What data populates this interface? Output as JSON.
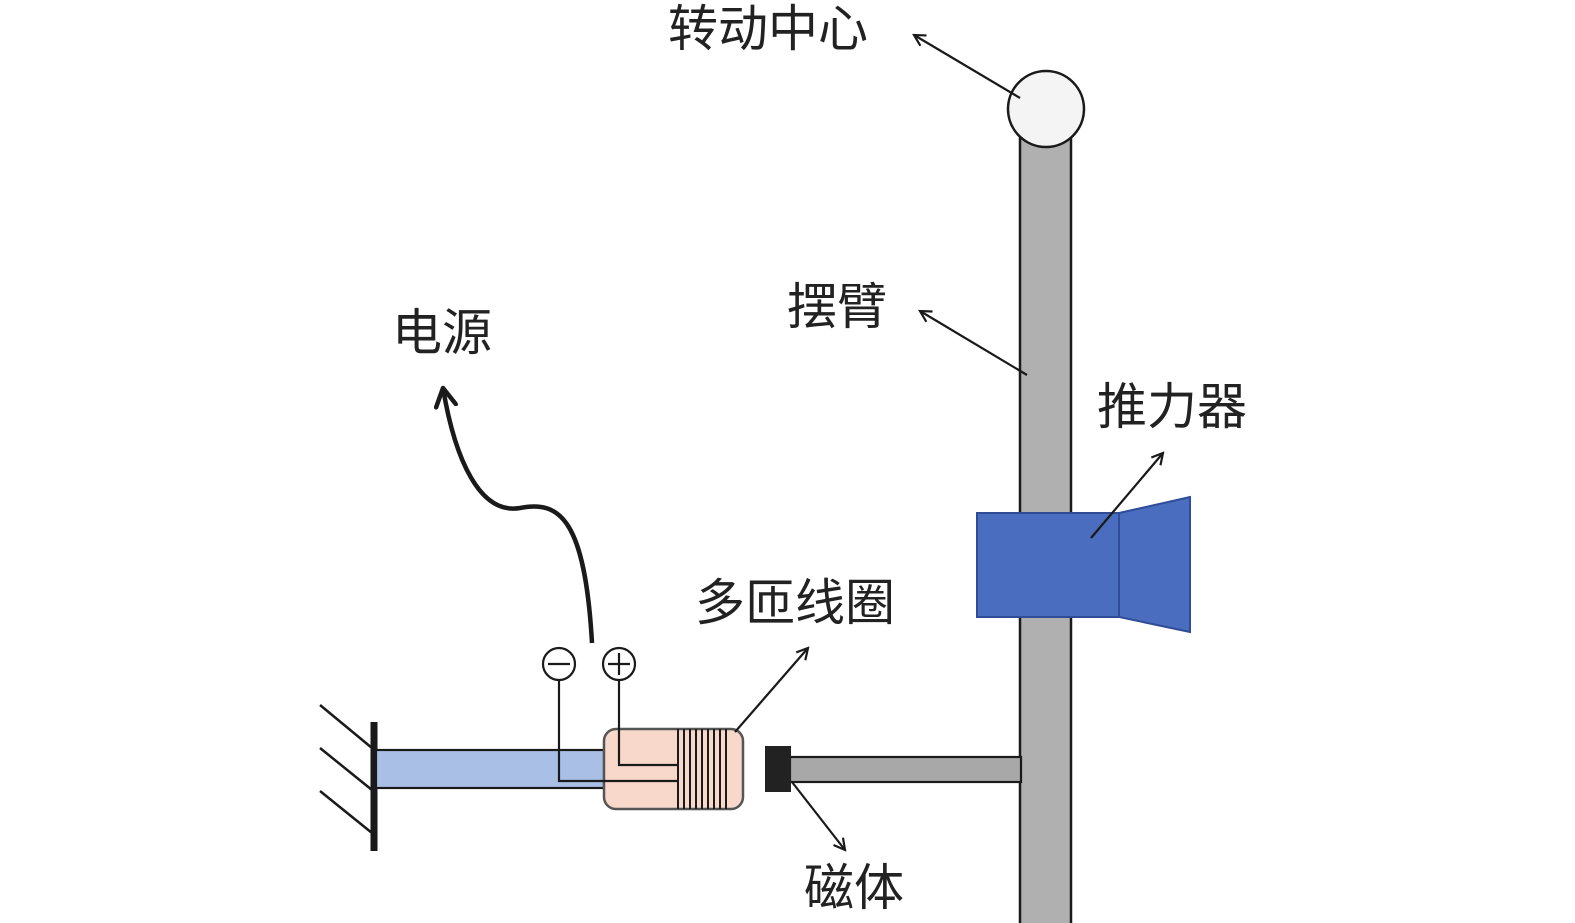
{
  "labels": {
    "pivot": "转动中心",
    "arm": "摆臂",
    "power": "电源",
    "thruster": "推力器",
    "coil": "多匝线圈",
    "magnet": "磁体"
  },
  "terminals": {
    "negative": "−",
    "positive": "+"
  },
  "colors": {
    "arm": "#b0b0b0",
    "horizontal_rod": "#a8a8a8",
    "pivot": "#f4f4f4",
    "thruster": "#4a6dbf",
    "thruster_stroke": "#2f4d97",
    "fixed_rod": "#a9bfe6",
    "coil": "#f7d8cb",
    "magnet": "#222222",
    "line": "#1a1a1a"
  }
}
